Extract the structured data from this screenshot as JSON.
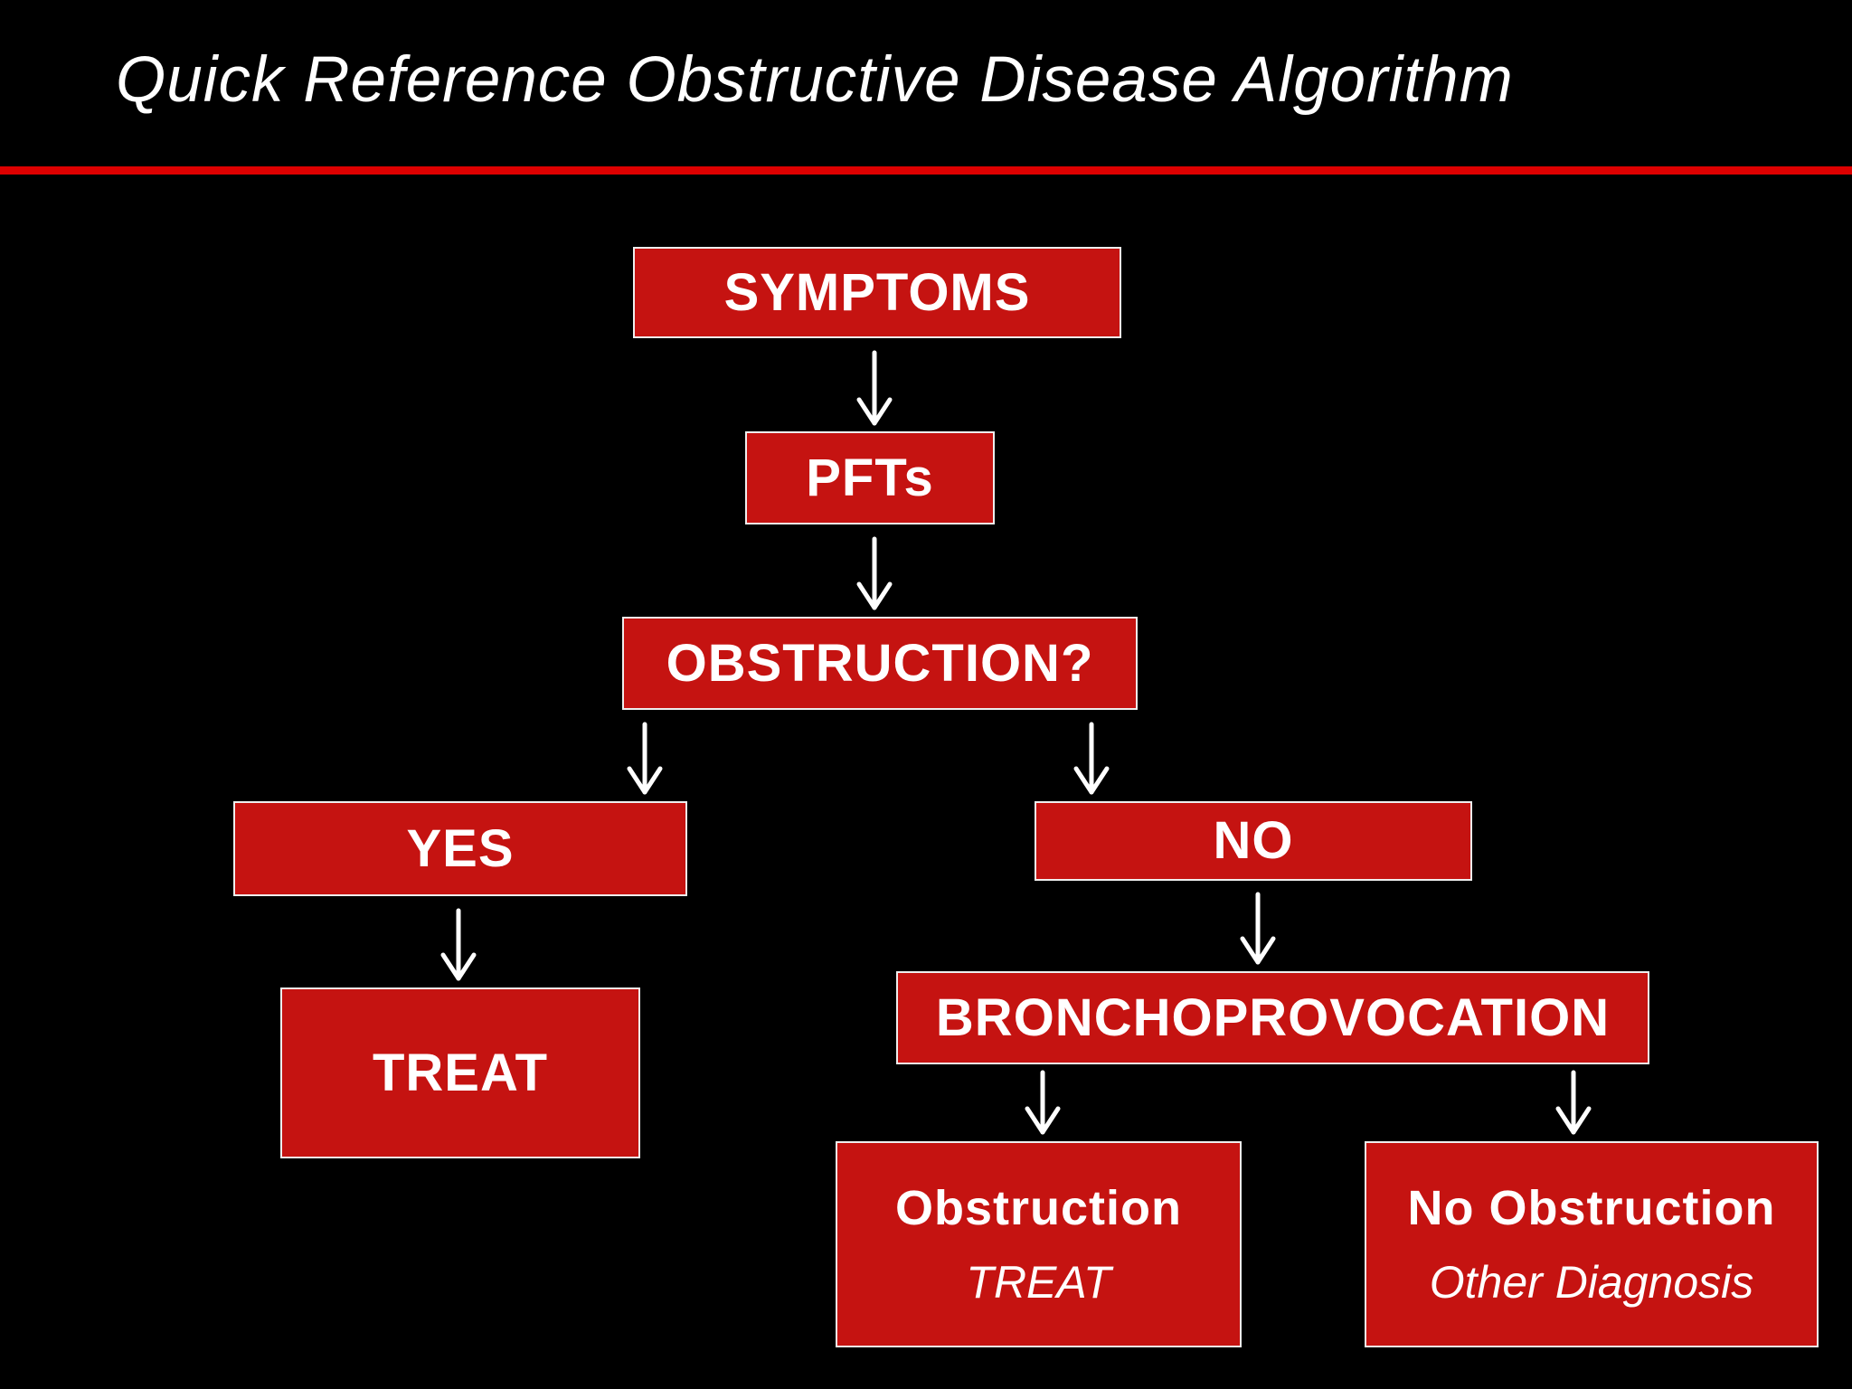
{
  "slide": {
    "title": "Quick Reference Obstructive Disease Algorithm"
  },
  "colors": {
    "background": "#000000",
    "box_fill": "#c51311",
    "box_border": "#eeeeee",
    "divider_line": "#dd0000",
    "text": "#ffffff",
    "arrow": "#ffffff"
  },
  "nodes": {
    "symptoms": {
      "label": "SYMPTOMS"
    },
    "pfts": {
      "label": "PFTs"
    },
    "obstruction_question": {
      "label": "OBSTRUCTION?"
    },
    "yes": {
      "label": "YES"
    },
    "no": {
      "label": "NO"
    },
    "treat": {
      "label": "TREAT"
    },
    "bronchoprovocation": {
      "label": "BRONCHOPROVOCATION"
    },
    "result_obstruction": {
      "label": "Obstruction",
      "sublabel": "TREAT"
    },
    "result_no_obstruction": {
      "label": "No Obstruction",
      "sublabel": "Other Diagnosis"
    }
  },
  "connections": [
    {
      "from": "symptoms",
      "to": "pfts"
    },
    {
      "from": "pfts",
      "to": "obstruction_question"
    },
    {
      "from": "obstruction_question",
      "to": "yes"
    },
    {
      "from": "obstruction_question",
      "to": "no"
    },
    {
      "from": "yes",
      "to": "treat"
    },
    {
      "from": "no",
      "to": "bronchoprovocation"
    },
    {
      "from": "bronchoprovocation",
      "to": "result_obstruction"
    },
    {
      "from": "bronchoprovocation",
      "to": "result_no_obstruction"
    }
  ]
}
